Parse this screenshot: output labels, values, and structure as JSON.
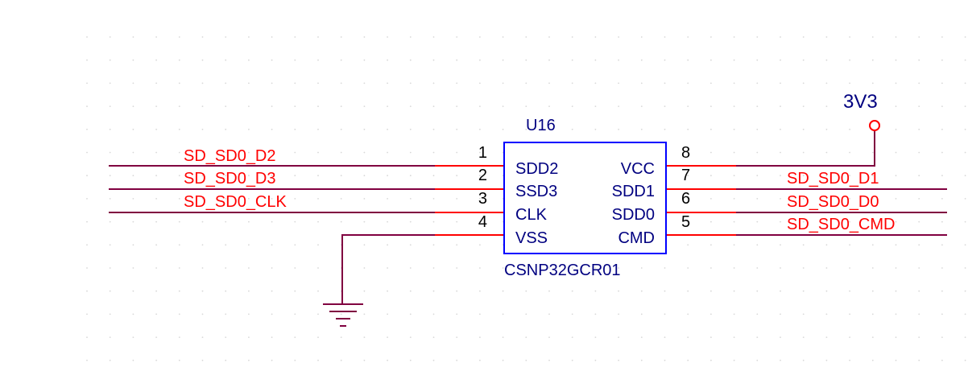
{
  "component": {
    "designator": "U16",
    "part_number": "CSNP32GCR01",
    "left_pins": [
      {
        "num": "1",
        "name": "SDD2",
        "net": "SD_SD0_D2"
      },
      {
        "num": "2",
        "name": "SSD3",
        "net": "SD_SD0_D3"
      },
      {
        "num": "3",
        "name": "CLK",
        "net": "SD_SD0_CLK"
      },
      {
        "num": "4",
        "name": "VSS",
        "net": ""
      }
    ],
    "right_pins": [
      {
        "num": "8",
        "name": "VCC",
        "net": ""
      },
      {
        "num": "7",
        "name": "SDD1",
        "net": "SD_SD0_D1"
      },
      {
        "num": "6",
        "name": "SDD0",
        "net": "SD_SD0_D0"
      },
      {
        "num": "5",
        "name": "CMD",
        "net": "SD_SD0_CMD"
      }
    ]
  },
  "power": {
    "name": "3V3"
  },
  "colors": {
    "wire": "#800040",
    "pin_line": "#ff0000",
    "body_stroke": "#0000ff",
    "net_label": "#ff0000",
    "power_symbol": "#ff0000",
    "ground_symbol": "#800040",
    "grid_dot": "#d8d8d8"
  }
}
